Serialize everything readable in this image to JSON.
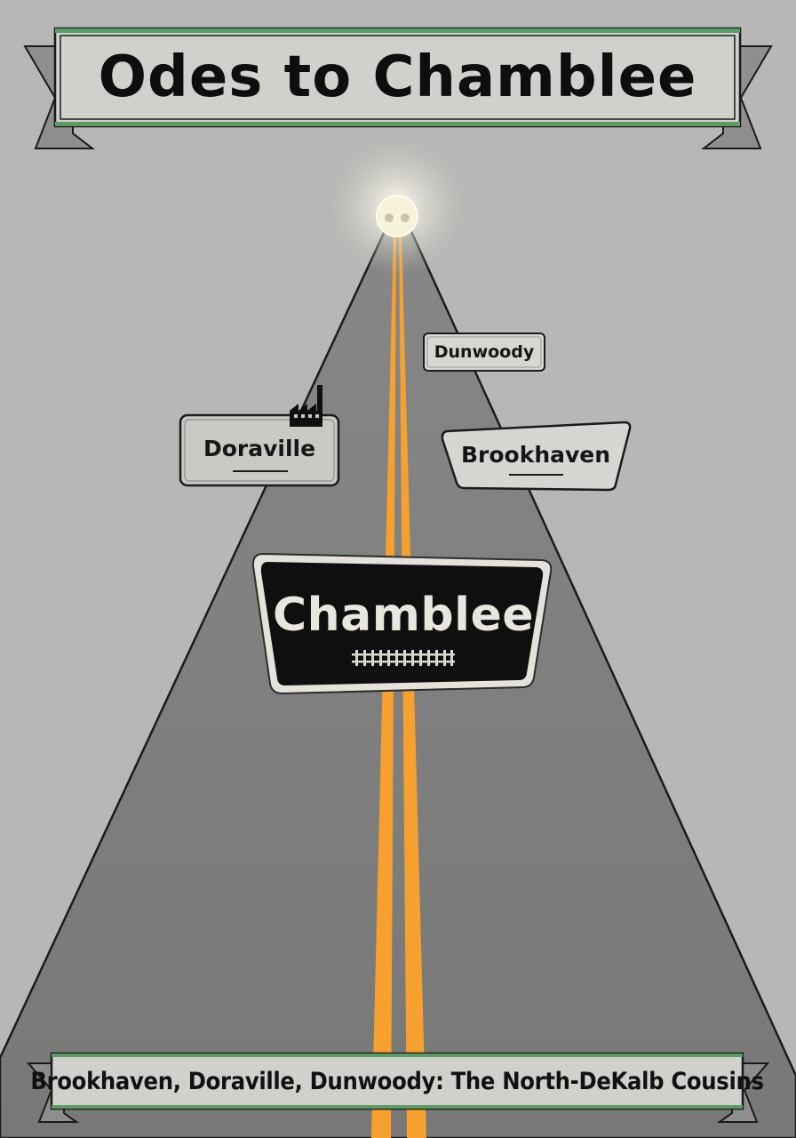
{
  "poster": {
    "title": "Odes to Chamblee",
    "subtitle": "Brookhaven, Doraville, Dunwoody: The North-DeKalb Cousins"
  },
  "signs": {
    "dunwoody": "Dunwoody",
    "doraville": "Doraville",
    "brookhaven": "Brookhaven",
    "chamblee": "Chamblee"
  },
  "icons": {
    "factory": "factory-icon",
    "rail": "railroad-track-icon",
    "light": "glowing-light-icon"
  },
  "colors": {
    "background": "#b7b7b5",
    "road": "#7a7b7a",
    "center_line": "#f5a02f",
    "banner_fill": "#d0d1cd",
    "banner_accent": "#5d9a66",
    "chamblee_sign": "#0f0f0f",
    "sign_fill": "#d6d6d3"
  }
}
